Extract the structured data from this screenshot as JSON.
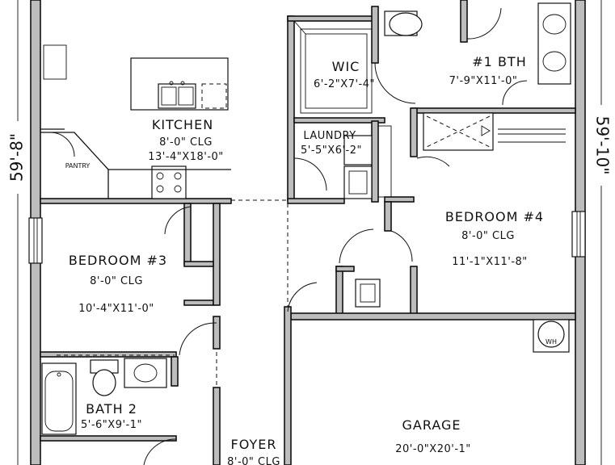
{
  "dimensions": {
    "left": "59'-8\"",
    "right": "59'-10\""
  },
  "rooms": {
    "kitchen": {
      "name": "KITCHEN",
      "ceiling": "8'-0\" CLG",
      "size": "13'-4\"X18'-0\""
    },
    "pantry": {
      "name": "PANTRY"
    },
    "wic": {
      "name": "WIC",
      "size": "6'-2\"X7'-4\""
    },
    "bath1": {
      "name": "#1 BTH",
      "size": "7'-9\"X11'-0\""
    },
    "laundry": {
      "name": "LAUNDRY",
      "size": "5'-5\"X6'-2\""
    },
    "bedroom4": {
      "name": "BEDROOM #4",
      "ceiling": "8'-0\" CLG",
      "size": "11'-1\"X11'-8\""
    },
    "bedroom3": {
      "name": "BEDROOM #3",
      "ceiling": "8'-0\" CLG",
      "size": "10'-4\"X11'-0\""
    },
    "bath2": {
      "name": "BATH 2",
      "size": "5'-6\"X9'-1\""
    },
    "foyer": {
      "name": "FOYER",
      "ceiling": "8'-0\" CLG"
    },
    "garage": {
      "name": "GARAGE",
      "size": "20'-0\"X20'-1\""
    },
    "water_heater": {
      "label": "WH"
    }
  },
  "colors": {
    "wall_fill": "#bdbdbd",
    "line": "#111111",
    "background": "#ffffff"
  }
}
